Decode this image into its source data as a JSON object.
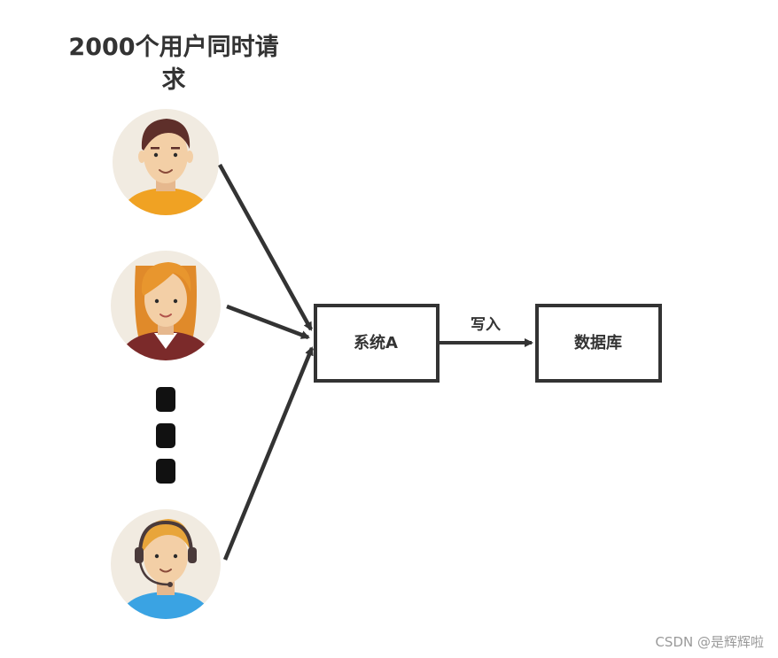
{
  "title": {
    "line1": "2000个用户同时请",
    "line2": "求"
  },
  "nodes": {
    "system_a": {
      "label": "系统A"
    },
    "database": {
      "label": "数据库"
    }
  },
  "edges": {
    "write": {
      "label": "写入"
    }
  },
  "users": [
    {
      "name": "user-man-avatar",
      "shirt_color": "#f0a223",
      "hair_color": "#5e2f2a"
    },
    {
      "name": "user-woman-avatar",
      "shirt_color": "#7b2a2a",
      "hair_color": "#e08a2a"
    },
    {
      "name": "user-support-agent-avatar",
      "shirt_color": "#3aa3e3",
      "hair_color": "#e8a53a"
    }
  ],
  "colors": {
    "arrow": "#333333",
    "avatar_bg": "#f1ebe1",
    "skin": "#f3cfa6"
  },
  "watermark": "CSDN @是辉辉啦"
}
